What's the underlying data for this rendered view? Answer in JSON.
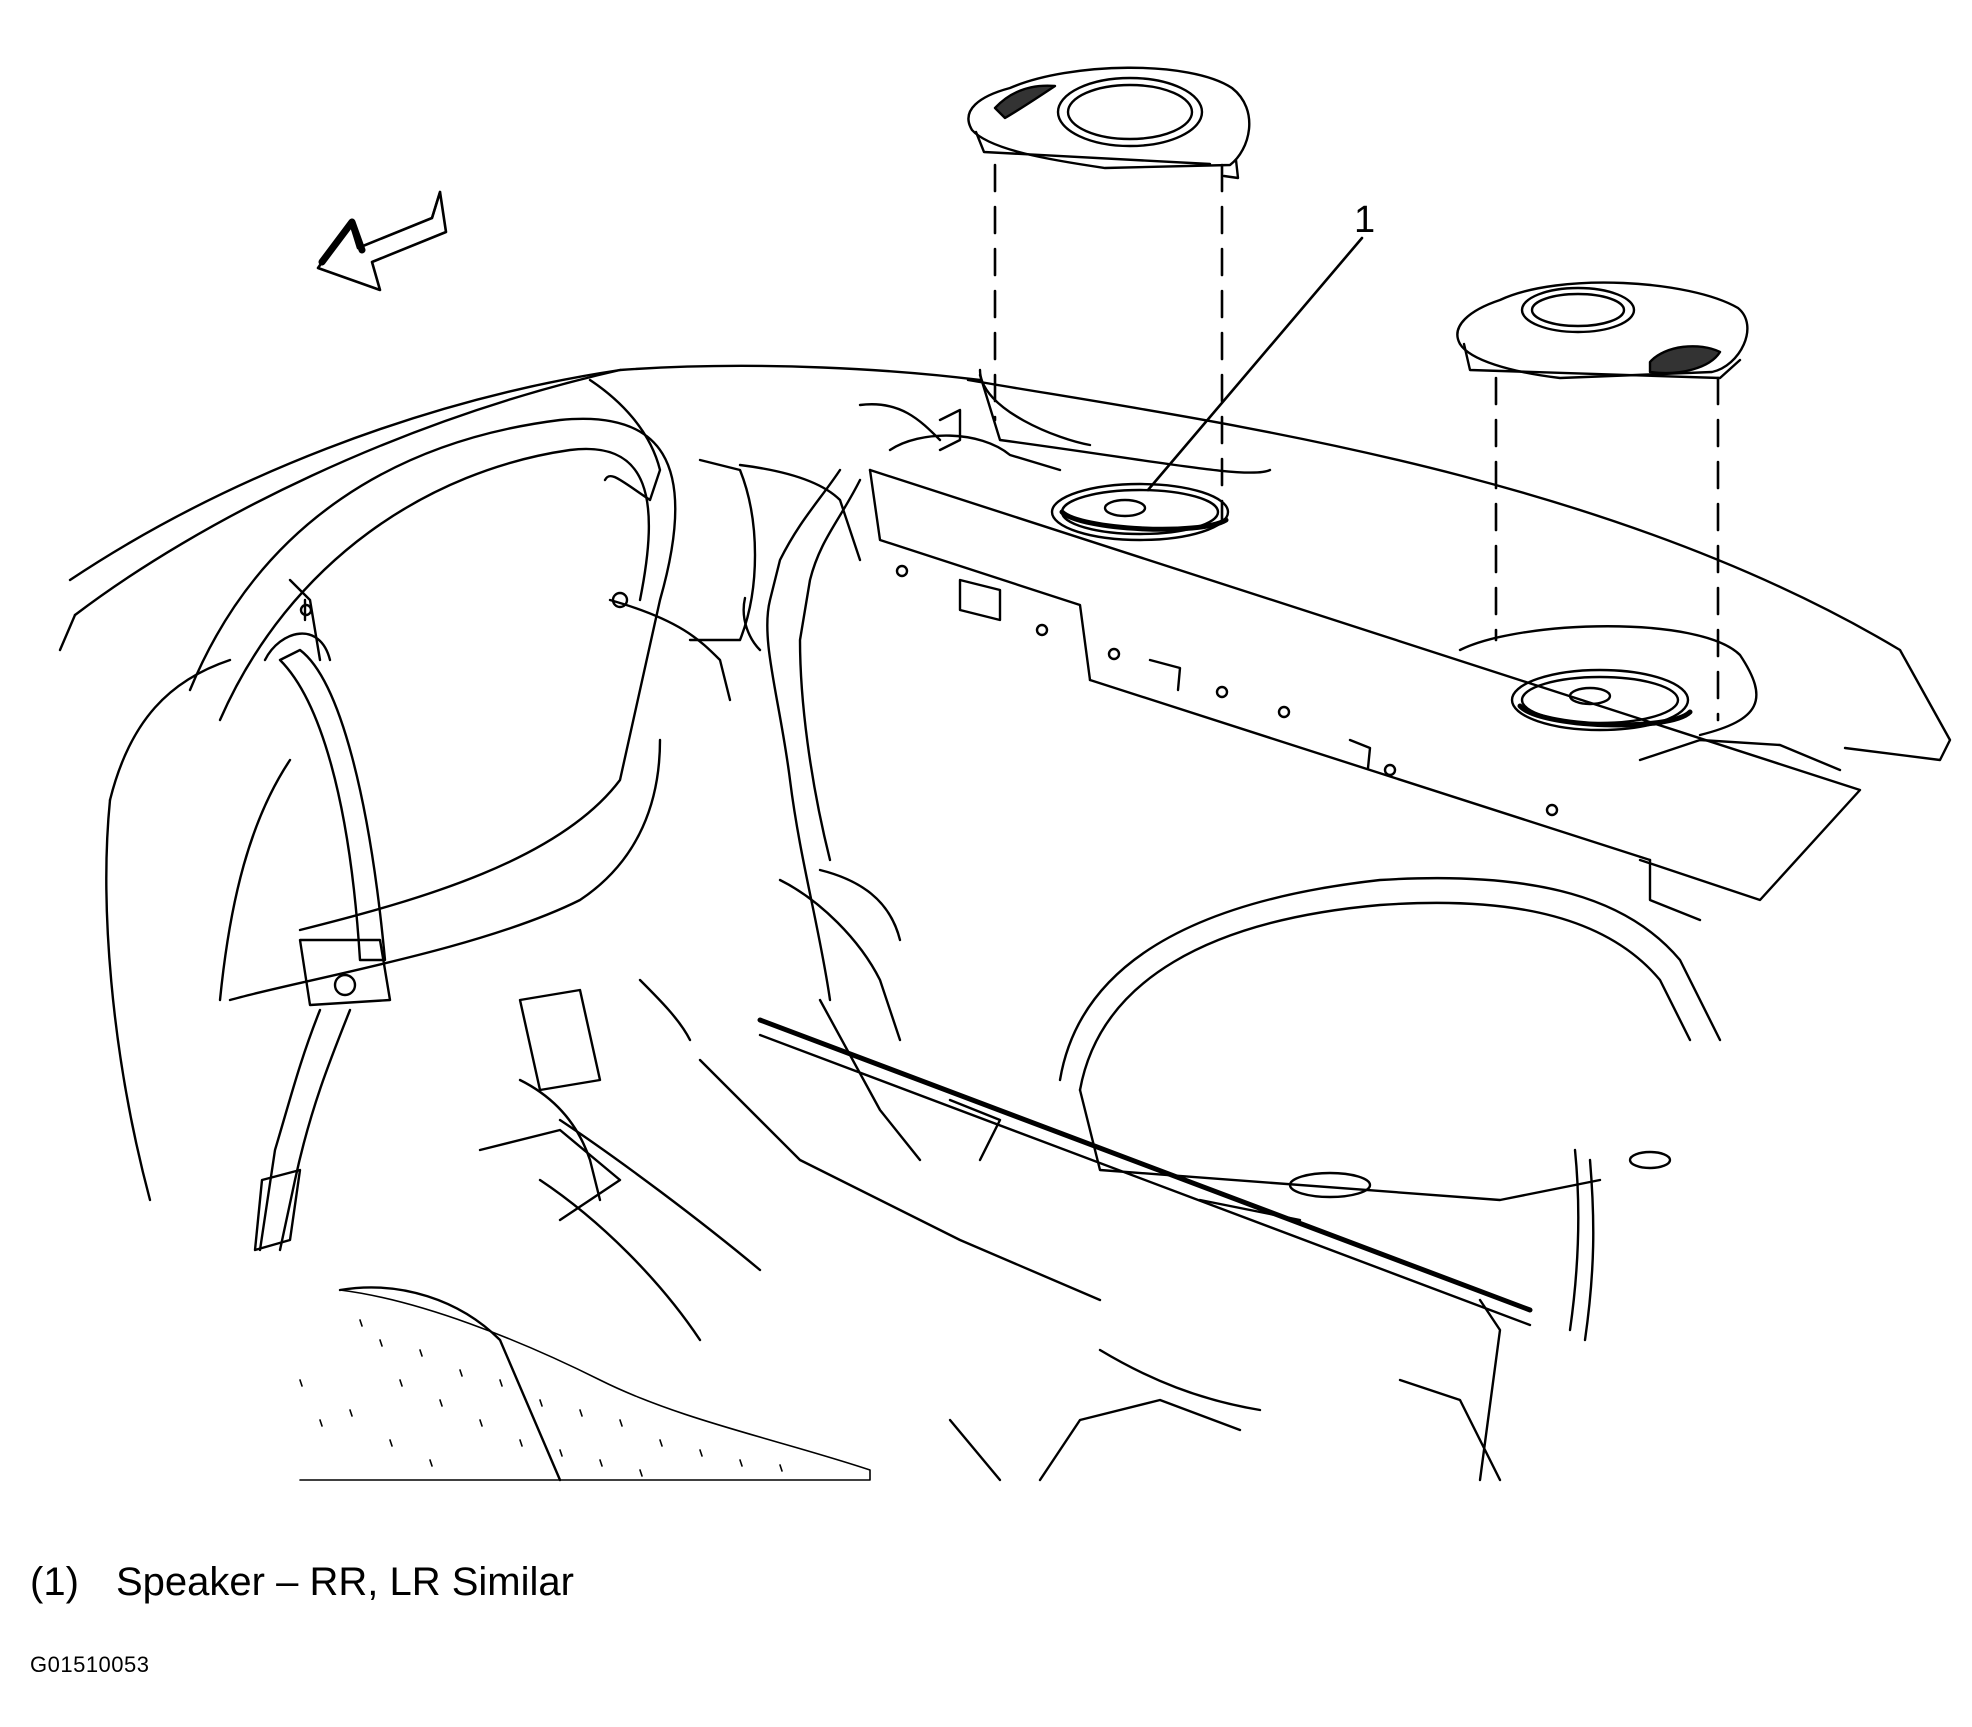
{
  "diagram": {
    "callouts": [
      {
        "number": "1",
        "description": "Speaker – RR, LR Similar"
      }
    ],
    "legend_number": "(1)",
    "figure_id": "G01510053",
    "colors": {
      "line": "#000000",
      "background": "#ffffff"
    }
  }
}
